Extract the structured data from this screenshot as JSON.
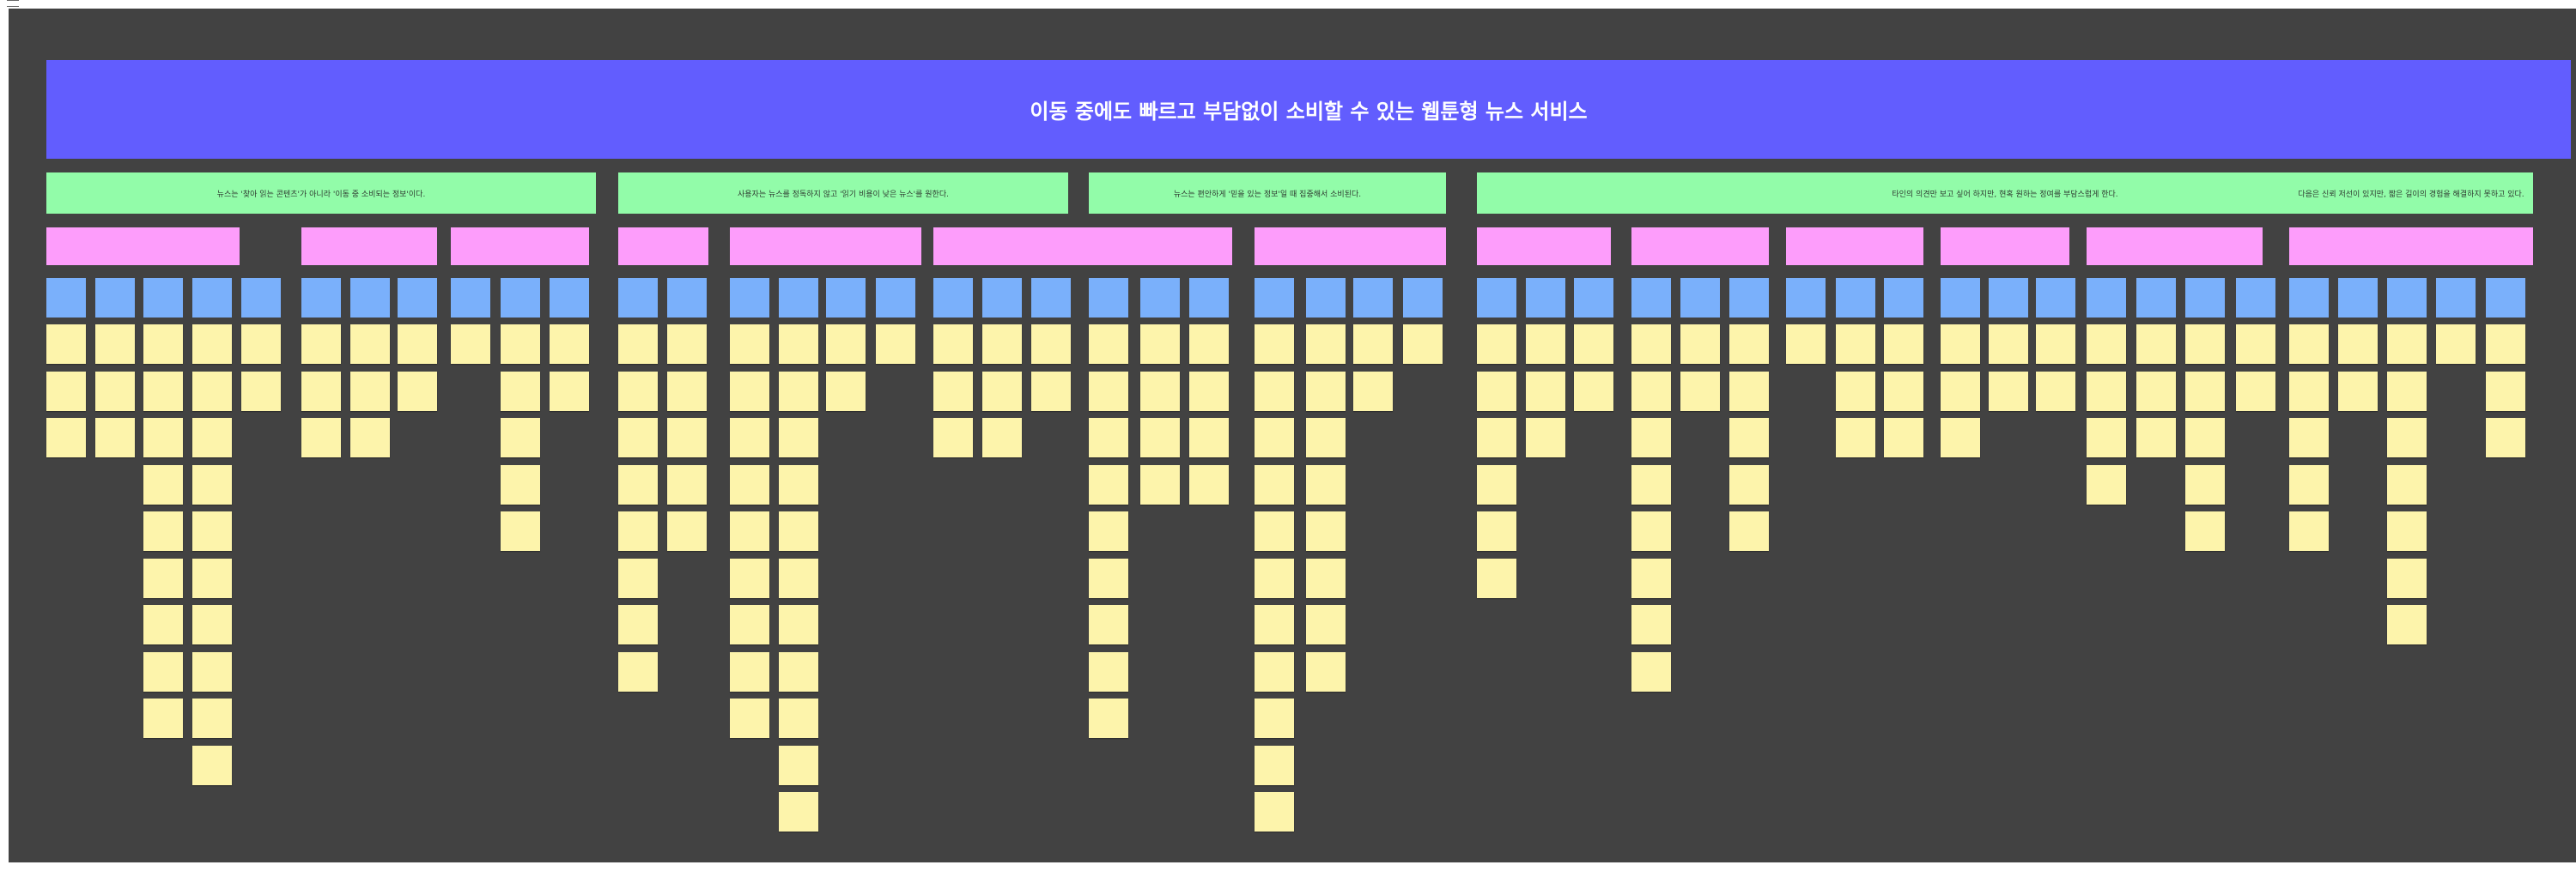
{
  "board": {
    "title": "이동 중에도 빠르고 부담없이 소비할 수 있는 웹툰형 뉴스 서비스",
    "colors": {
      "background": "#424242",
      "title": "#625dfe",
      "theme": "#92fca9",
      "cluster": "#fd9dfb",
      "tag": "#7ab0fb",
      "note": "#fdf4ab"
    },
    "themes": [
      "뉴스는 '찾아 읽는 콘텐츠'가 아니라 '이동 중 소비되는 정보'이다.",
      "사용자는 뉴스를 정독하지 않고 '읽기 비용이 낮은 뉴스'를 원한다.",
      "뉴스는 편안하게 '믿을 있는 정보'일 때 집중해서 소비된다.",
      "타인의 의견만 보고 싶어 하지만, 현혹 원하는 정여를 부담스럽게 한다.",
      "다음은 신뢰 저선이 있지만, 짧은 길이의 경험을 해결하지 못하고 있다."
    ]
  }
}
